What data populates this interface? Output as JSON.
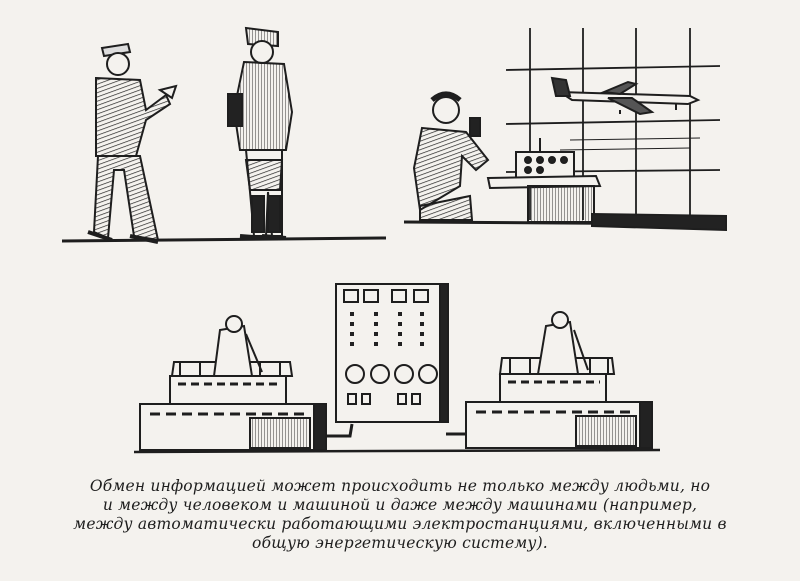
{
  "caption": {
    "line1": "Обмен информацией может происходить не только между людьми, но",
    "line2": "и между человеком и машиной и даже между машинами (например,",
    "line3": "между автоматически работающими электростанциями, включенными в",
    "line4": "общую энергетическую систему)."
  },
  "colors": {
    "ink": "#1e1e1e",
    "paper": "#f4f2ee"
  }
}
